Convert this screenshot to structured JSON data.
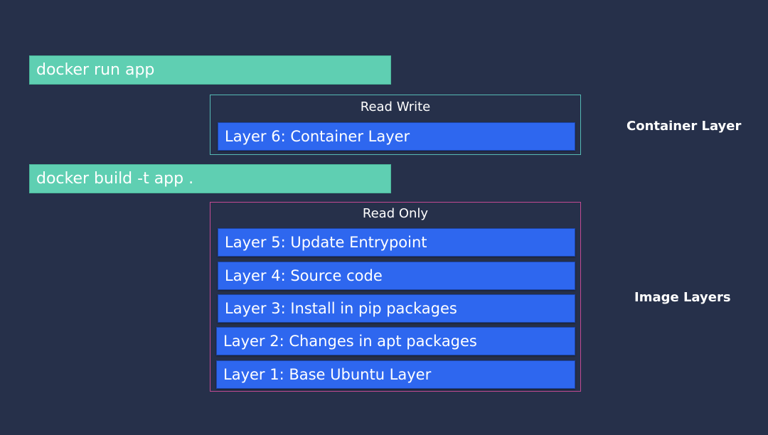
{
  "commands": {
    "run": "docker run app",
    "build": "docker build -t app ."
  },
  "container_group": {
    "title": "Read Write",
    "layers": [
      "Layer 6: Container Layer"
    ],
    "side_label": "Container Layer"
  },
  "image_group": {
    "title": "Read Only",
    "layers": [
      "Layer 5: Update Entrypoint",
      "Layer 4: Source code",
      "Layer 3: Install in pip packages",
      "Layer 2: Changes in apt packages",
      "Layer 1: Base Ubuntu Layer"
    ],
    "side_label": "Image Layers"
  },
  "colors": {
    "background": "#26304a",
    "command_bar": "#5fcfb2",
    "layer_block": "#2e67ef",
    "read_write_border": "#55b9b4",
    "read_only_border": "#c24a93"
  }
}
